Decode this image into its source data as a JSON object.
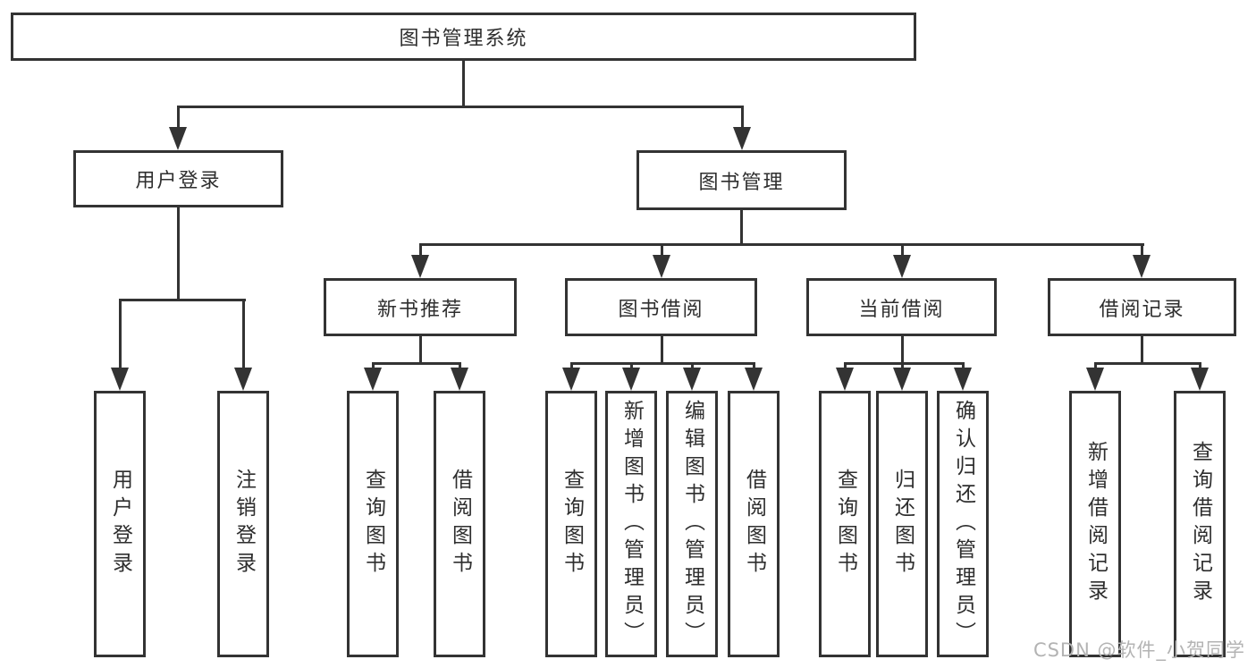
{
  "diagram": {
    "root": "图书管理系统",
    "level2": [
      "用户登录",
      "图书管理"
    ],
    "level3": [
      "新书推荐",
      "图书借阅",
      "当前借阅",
      "借阅记录"
    ],
    "leaves": {
      "user_login": [
        "用户登录",
        "注销登录"
      ],
      "new_book": [
        "查询图书",
        "借阅图书"
      ],
      "book_borrow": [
        "查询图书",
        "新增图书（管理员）",
        "编辑图书（管理员）",
        "借阅图书"
      ],
      "current_borrow": [
        "查询图书",
        "归还图书",
        "确认归还（管理员）"
      ],
      "borrow_record": [
        "新增借阅记录",
        "查询借阅记录"
      ]
    },
    "colors": {
      "line": "#333333",
      "text": "#2e2e2e",
      "background": "#ffffff",
      "watermark": "#b3b3b3"
    }
  },
  "watermark": "CSDN @软件_小贺同学"
}
